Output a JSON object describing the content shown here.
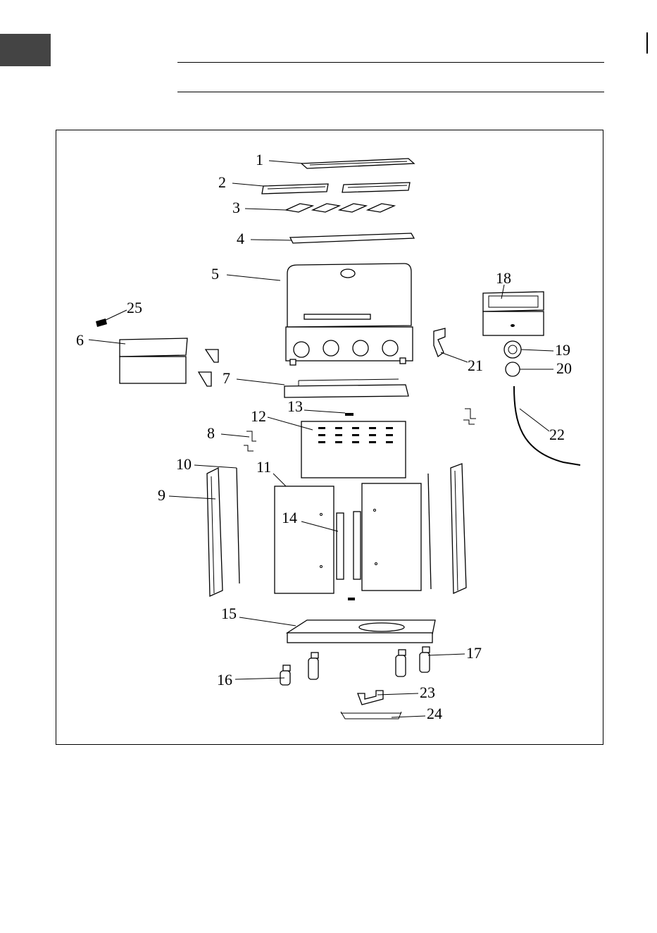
{
  "callouts": [
    "1",
    "2",
    "3",
    "4",
    "5",
    "6",
    "7",
    "8",
    "9",
    "10",
    "11",
    "12",
    "13",
    "14",
    "15",
    "16",
    "17",
    "18",
    "19",
    "20",
    "21",
    "22",
    "23",
    "24",
    "25"
  ],
  "icons": {
    "language_tab": "gray-tab",
    "diagram": "grill-exploded-view"
  },
  "colors": {
    "tab": "#444444",
    "line": "#000000",
    "background": "#ffffff"
  }
}
